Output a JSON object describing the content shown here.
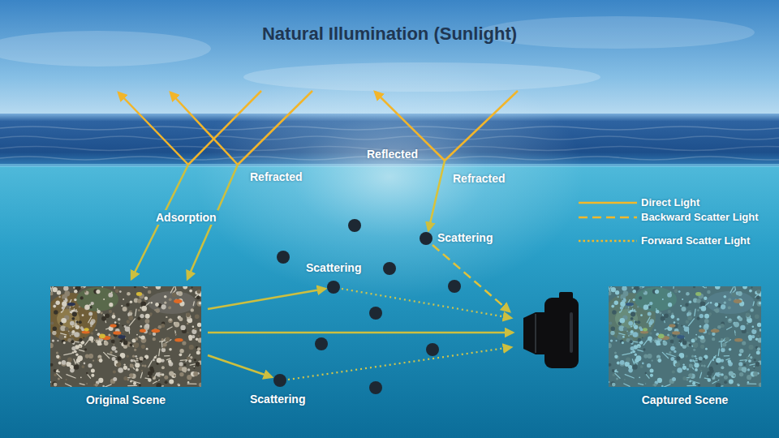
{
  "diagram": {
    "title": "Natural Illumination (Sunlight)",
    "nodes": [
      {
        "text": [
          "Original Scene"
        ]
      },
      {
        "text": [
          "Captured Scene"
        ]
      }
    ],
    "labels": [
      "Reflected",
      "Refracted",
      "Refracted",
      "Adsorption",
      "Scattering",
      "Scattering",
      "Scattering"
    ],
    "legend": [
      {
        "text": "Direct Light"
      },
      {
        "text": "Backward Scatter Light"
      },
      {
        "text": "Forward Scatter Light"
      }
    ]
  }
}
